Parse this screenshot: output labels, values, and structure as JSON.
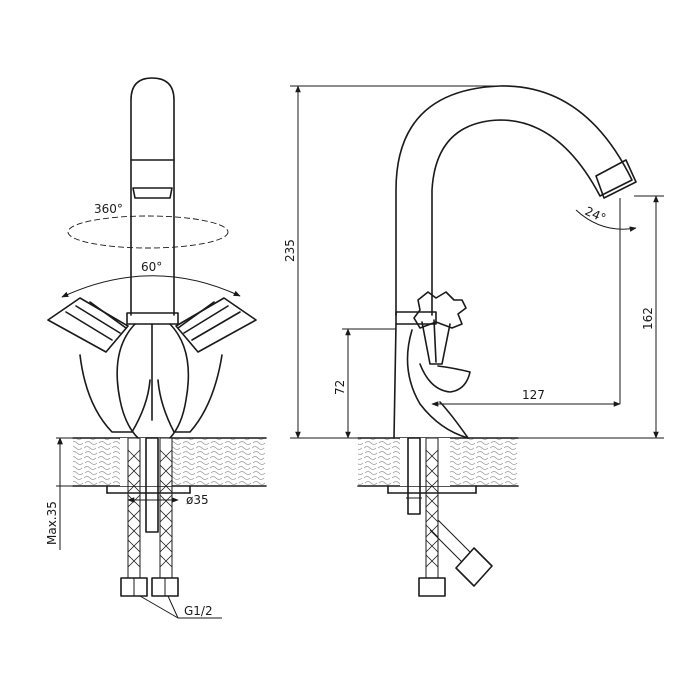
{
  "dimensions": {
    "rotation_spout": "360°",
    "handle_angle": "60°",
    "spout_tilt": "24°",
    "total_height": "235",
    "handle_height": "72",
    "outlet_height": "162",
    "reach": "127",
    "max_counter": "Max.35",
    "hole_diameter": "ø35",
    "thread": "G1/2"
  },
  "colors": {
    "line": "#1a1a1a",
    "background": "#ffffff"
  }
}
